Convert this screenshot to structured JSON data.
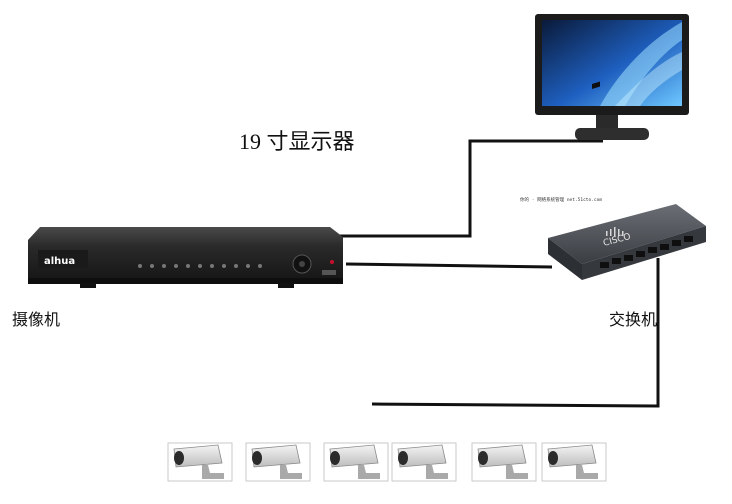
{
  "labels": {
    "monitor": "19 寸显示器",
    "recorder": "摄像机",
    "switch": "交换机"
  },
  "devices": {
    "recorder_brand": "alhua",
    "switch_brand": "CISCO",
    "watermark": "你的 · 网络系统管理 net.51cto.com"
  },
  "cameras": [
    {
      "id": "cam-1"
    },
    {
      "id": "cam-2"
    },
    {
      "id": "cam-3"
    },
    {
      "id": "cam-4"
    },
    {
      "id": "cam-5"
    },
    {
      "id": "cam-6"
    }
  ],
  "colors": {
    "cable": "#111111",
    "device_body": "#2a2a2a",
    "switch_body": "#4a4d52",
    "brand_red": "#c8102e",
    "screen_blue": "#1e5fbf"
  }
}
